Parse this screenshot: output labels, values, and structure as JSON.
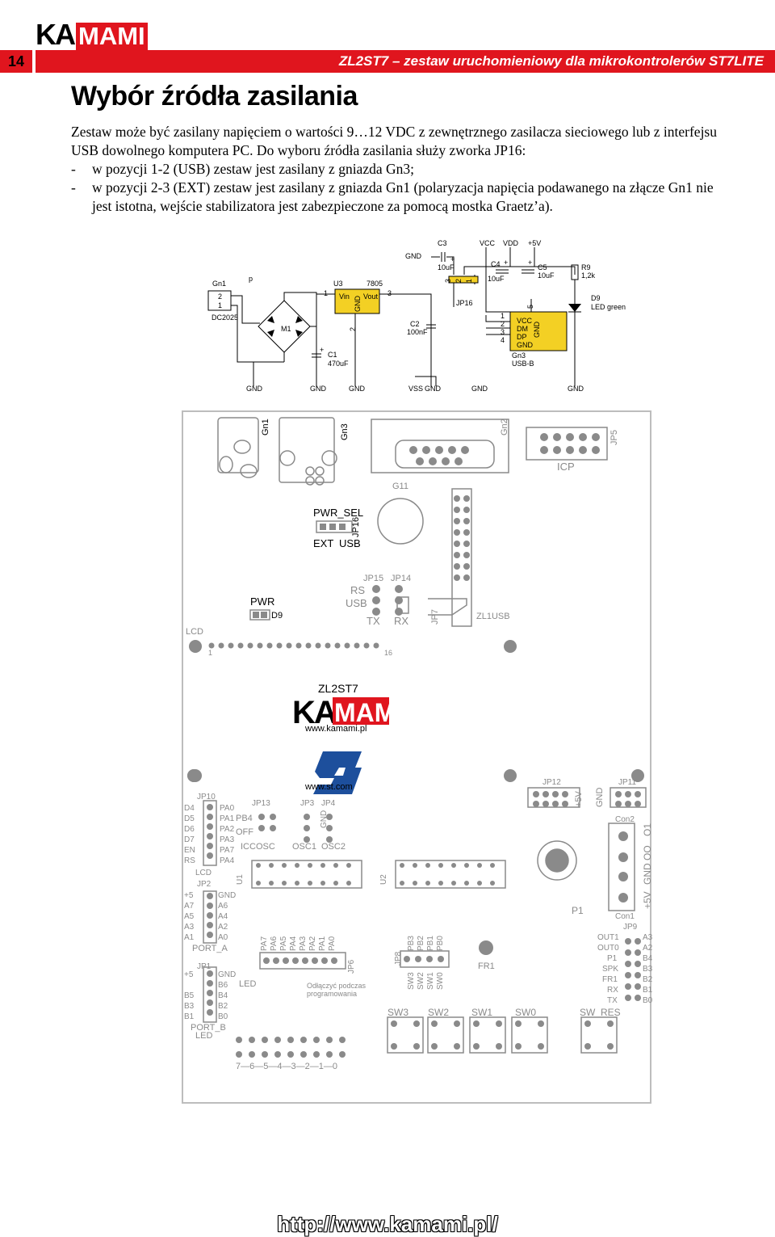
{
  "header": {
    "page_number": "14",
    "logo_ka": "KA",
    "logo_mami": "MAMI",
    "title": "ZL2ST7 – zestaw uruchomieniowy dla mikrokontrolerów ST7LITE"
  },
  "section": {
    "title": "Wybór źródła zasilania",
    "para1_line1": "Zestaw może być zasilany napięciem o wartości 9…12 VDC z zewnętrznego zasilacza sieciowego lub z interfejsu",
    "para1_line2": "USB dowolnego komputera PC. Do wyboru źródła zasilania służy zworka JP16:",
    "bullet_dash": "-",
    "bullet1": "w pozycji 1-2 (USB) zestaw jest zasilany z gniazda Gn3;",
    "bullet2_line1": "w pozycji 2-3 (EXT) zestaw jest zasilany z gniazda Gn1 (polaryzacja napięcia podawanego na złącze Gn1 nie",
    "bullet2_line2": "jest istotna, wejście stabilizatora jest zabezpieczone za pomocą mostka Graetz’a)."
  },
  "schematic": {
    "gn1": "Gn1",
    "pin2": "2",
    "pin1": "1",
    "dc": "DC2025",
    "p": "p",
    "m1": "M1",
    "u3": "U3",
    "reg": "7805",
    "vin": "Vin",
    "vout": "Vout",
    "gnd_pin": "GND",
    "u_pin1": "1",
    "u_pin2": "2",
    "u_pin3": "3",
    "c1": "C1",
    "c1v": "470uF",
    "c2": "C2",
    "c2v": "100nF",
    "c3": "C3",
    "c3v": "10uF",
    "c4": "C4",
    "c4v": "10uF",
    "c5": "C5",
    "c5v": "10uF",
    "r9": "R9",
    "r9v": "1,2k",
    "d9": "D9",
    "d9v": "LED green",
    "vcc": "VCC",
    "vdd": "VDD",
    "v5": "+5V",
    "gnd": "GND",
    "vss": "VSS",
    "jp16": "JP16",
    "j3": "3",
    "j2": "2",
    "j1": "1",
    "gn3": "Gn3",
    "usbb": "USB-B",
    "usb_vcc": "VCC",
    "usb_dm": "DM",
    "usb_dp": "DP",
    "usb_gnd": "GND",
    "usb_gnd2": "GND",
    "n1": "1",
    "n2": "2",
    "n3": "3",
    "n4": "4",
    "n5": "5",
    "plus": "+"
  },
  "board": {
    "gn1": "Gn1",
    "gn3": "Gn3",
    "gn2": "Gn2",
    "jp5": "JP5",
    "icp": "ICP",
    "g11": "G11",
    "pwr_sel": "PWR_SEL",
    "ext": "EXT",
    "usb": "USB",
    "jp16": "JP16",
    "jp15": "JP15",
    "jp14": "JP14",
    "rs": "RS",
    "usb2": "USB",
    "tx": "TX",
    "rx": "RX",
    "jp7": "JP7",
    "zl1usb": "ZL1USB",
    "pwr": "PWR",
    "d9": "D9",
    "lcd": "LCD",
    "lcd1": "1",
    "lcd16": "16",
    "model": "ZL2ST7",
    "kamami_ka": "KA",
    "kamami_mami": "MAMI",
    "www_kamami": "www.kamami.pl",
    "www_st": "www.st.com",
    "jp10": "JP10",
    "jp13": "JP13",
    "jp3": "JP3",
    "jp4": "JP4",
    "jp12": "JP12",
    "jp11": "JP11",
    "plus5v": "+5V",
    "gnd_v": "GND",
    "con2": "Con2",
    "con1": "Con1",
    "jp9": "JP9",
    "o1": "O1",
    "oo": "OO",
    "gnd_r": "GND",
    "plus5v_r": "+5V",
    "d4": "D4",
    "d5": "D5",
    "d6": "D6",
    "d7": "D7",
    "en": "EN",
    "rs2": "RS",
    "pa0": "PA0",
    "pa1": "PA1",
    "pa2": "PA2",
    "pa3": "PA3",
    "pa7": "PA7",
    "pa4": "PA4",
    "pb4": "PB4",
    "off": "OFF",
    "iccosc": "ICCOSC",
    "osc1": "OSC1",
    "osc2": "OSC2",
    "gnd_jp4": "GND",
    "lcd2": "LCD",
    "jp2": "JP2",
    "l5v": "+5",
    "a7": "A7",
    "a5": "A5",
    "a3": "A3",
    "a1": "A1",
    "lgnd": "GND",
    "a6": "A6",
    "a4": "A4",
    "a2": "A2",
    "a0": "A0",
    "port_a": "PORT_A",
    "jp1": "JP1",
    "l5v2": "+5",
    "b5": "B5",
    "b3": "B3",
    "b1": "B1",
    "lgnd2": "GND",
    "b6": "B6",
    "b4": "B4",
    "b2": "B2",
    "b0": "B0",
    "port_b": "PORT_B",
    "led": "LED",
    "led2": "LED",
    "jp8": "JP8",
    "u1": "U1",
    "u2": "U2",
    "vpa": [
      "PA7",
      "PA6",
      "PA5",
      "PA4",
      "PA3",
      "PA2",
      "PA1",
      "PA0"
    ],
    "jp6": "JP6",
    "odlaczyc1": "Odłączyć podczas",
    "odlaczyc2": "programowania",
    "led_nums": "7—6—5—4—3—2—1—0",
    "vpb": [
      "PB3",
      "PB2",
      "PB1",
      "PB0"
    ],
    "vsw": [
      "SW3",
      "SW2",
      "SW1",
      "SW0"
    ],
    "fr1": "FR1",
    "p1": "P1",
    "r_out1": "OUT1",
    "r_out0": "OUT0",
    "r_p1": "P1",
    "r_spk": "SPK",
    "r_fr1": "FR1",
    "r_rx": "RX",
    "r_tx": "TX",
    "r_a3": "A3",
    "r_a2": "A2",
    "r_b4": "B4",
    "r_b3": "B3",
    "r_b2": "B2",
    "r_b1": "B1",
    "r_b0": "B0",
    "sw3": "SW3",
    "sw2": "SW2",
    "sw1": "SW1",
    "sw0": "SW0",
    "sw_res": "SW_RES"
  },
  "footer": {
    "url": "http://www.kamami.pl/"
  }
}
